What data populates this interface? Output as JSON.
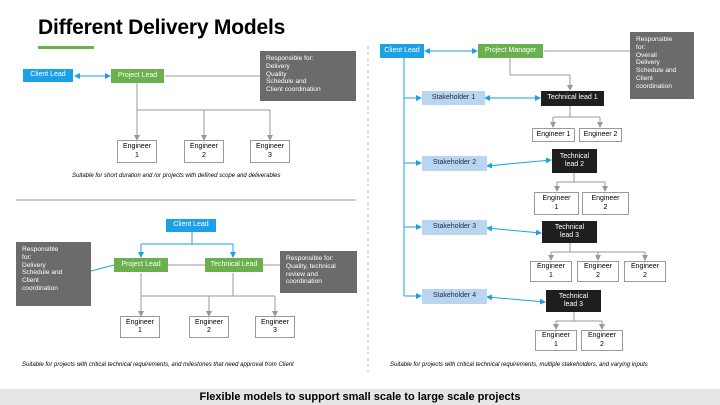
{
  "page": {
    "title": "Different Delivery Models",
    "footer": "Flexible models to support small scale to large scale projects"
  },
  "model1": {
    "client_lead": "Client Lead",
    "project_lead": "Project Lead",
    "note": "Responsible for:\nDelivery\nQuality\nSchedule and\nClient coordination",
    "engineers": [
      "Engineer\n1",
      "Engineer\n2",
      "Engineer\n3"
    ],
    "caption": "Suitable for short duration and /or projects with defined scope and deliverables"
  },
  "model2": {
    "client_lead": "Client Lead",
    "project_lead": "Project Lead",
    "technical_lead": "Technical Lead",
    "note_left": "Responsible\nfor:\nDelivery\nSchedule and\nClient\ncoordination",
    "note_right": "Responsible for:\nQuality, technical\nreview and\ncoordination",
    "engineers": [
      "Engineer\n1",
      "Engineer\n2",
      "Engineer\n3"
    ],
    "caption": "Suitable for projects with critical technical requirements, and milestones that need approval from Client"
  },
  "model3": {
    "client_lead": "Client Lead",
    "project_manager": "Project Manager",
    "note": "Responsible\nfor:\nOverall\nDelivery\nSchedule and\nClient\ncoordination",
    "stakeholders": [
      "Stakeholder 1",
      "Stakeholder 2",
      "Stakeholder 3",
      "Stakeholder 4"
    ],
    "tech_leads": [
      "Technical lead 1",
      "Technical\nlead 2",
      "Technical\nlead 3",
      "Technical\nlead 3"
    ],
    "group1_engineers": [
      "Engineer 1",
      "Engineer 2"
    ],
    "group2_engineers": [
      "Engineer\n1",
      "Engineer\n2"
    ],
    "group3_engineers": [
      "Engineer\n1",
      "Engineer\n2",
      "Engineer\n2"
    ],
    "group4_engineers": [
      "Engineer\n1",
      "Engineer\n2"
    ],
    "caption": "Suitable for projects with critical technical requirements, multiple stakeholders, and varying inputs"
  },
  "colors": {
    "client_blue": "#1da1e6",
    "lead_green": "#6ab04c",
    "note_gray": "#6b6b6b",
    "stakeholder_light_blue": "#b9d5ef",
    "tech_lead_black": "#1e1e1e",
    "connector_gray": "#9a9a9a"
  }
}
